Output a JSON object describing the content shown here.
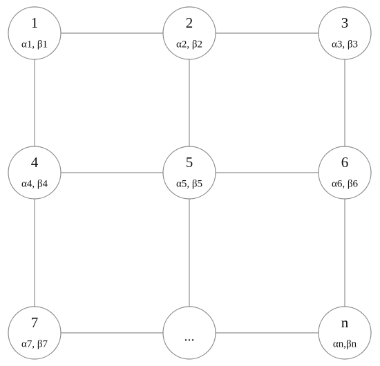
{
  "diagram": {
    "nodes": [
      {
        "id": "1",
        "title": "1",
        "subtitle": "α1, β1"
      },
      {
        "id": "2",
        "title": "2",
        "subtitle": "α2, β2"
      },
      {
        "id": "3",
        "title": "3",
        "subtitle": "α3, β3"
      },
      {
        "id": "4",
        "title": "4",
        "subtitle": "α4, β4"
      },
      {
        "id": "5",
        "title": "5",
        "subtitle": "α5, β5"
      },
      {
        "id": "6",
        "title": "6",
        "subtitle": "α6, β6"
      },
      {
        "id": "7",
        "title": "7",
        "subtitle": "α7, β7"
      },
      {
        "id": "ellipsis",
        "title": "...",
        "subtitle": ""
      },
      {
        "id": "n",
        "title": "n",
        "subtitle": "αn,βn"
      }
    ],
    "edges": [
      [
        "1",
        "2"
      ],
      [
        "2",
        "3"
      ],
      [
        "1",
        "4"
      ],
      [
        "2",
        "5"
      ],
      [
        "3",
        "6"
      ],
      [
        "4",
        "5"
      ],
      [
        "5",
        "6"
      ],
      [
        "4",
        "7"
      ],
      [
        "5",
        "ellipsis"
      ],
      [
        "6",
        "n"
      ],
      [
        "7",
        "ellipsis"
      ],
      [
        "ellipsis",
        "n"
      ]
    ]
  }
}
